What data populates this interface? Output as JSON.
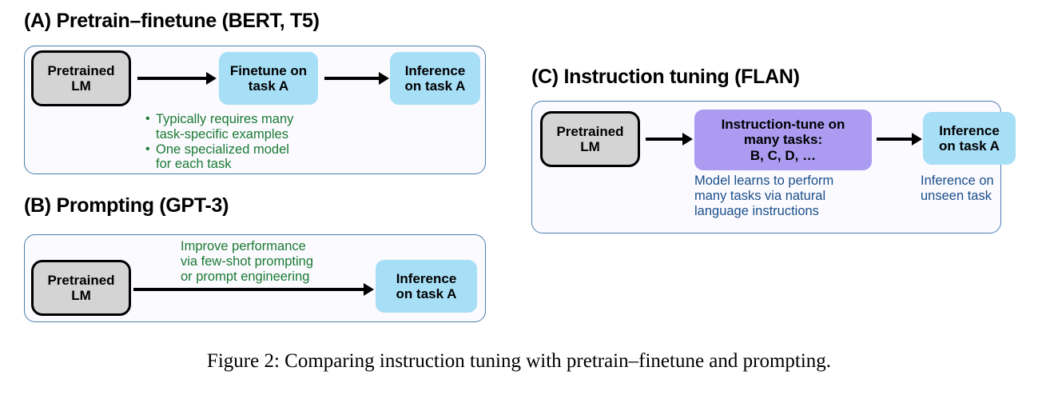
{
  "figure": {
    "caption": "Figure 2: Comparing instruction tuning with pretrain–finetune and prompting."
  },
  "colors": {
    "panel_fill": "#fbfaff",
    "panel_border": "#4a7fae",
    "pretrained_box": "#d4d4d4",
    "blue_box": "#a7dff7",
    "purple_box": "#ab9cf2",
    "green_text": "#1a7a33",
    "blue_text": "#1a4f8a",
    "arrow": "#000000"
  },
  "panels": {
    "a": {
      "heading": "(A) Pretrain–finetune (BERT, T5)",
      "nodes": {
        "pretrained": "Pretrained\nLM",
        "finetune": "Finetune on\ntask A",
        "inference": "Inference\non task A"
      },
      "bullets": [
        "Typically requires many\ntask-specific examples",
        "One specialized model\nfor each task"
      ],
      "bullet_marker": "•"
    },
    "b": {
      "heading": "(B) Prompting (GPT-3)",
      "nodes": {
        "pretrained": "Pretrained\nLM",
        "inference": "Inference\non task A"
      },
      "note": "Improve performance\nvia few-shot prompting\nor prompt engineering"
    },
    "c": {
      "heading": "(C) Instruction tuning (FLAN)",
      "nodes": {
        "pretrained": "Pretrained\nLM",
        "instruction_tune": "Instruction-tune on\nmany tasks:\nB, C, D, …",
        "inference": "Inference\non task A"
      },
      "notes": {
        "instruction_tune": "Model learns to perform\nmany tasks via natural\nlanguage instructions",
        "inference": "Inference on\nunseen task"
      }
    }
  }
}
